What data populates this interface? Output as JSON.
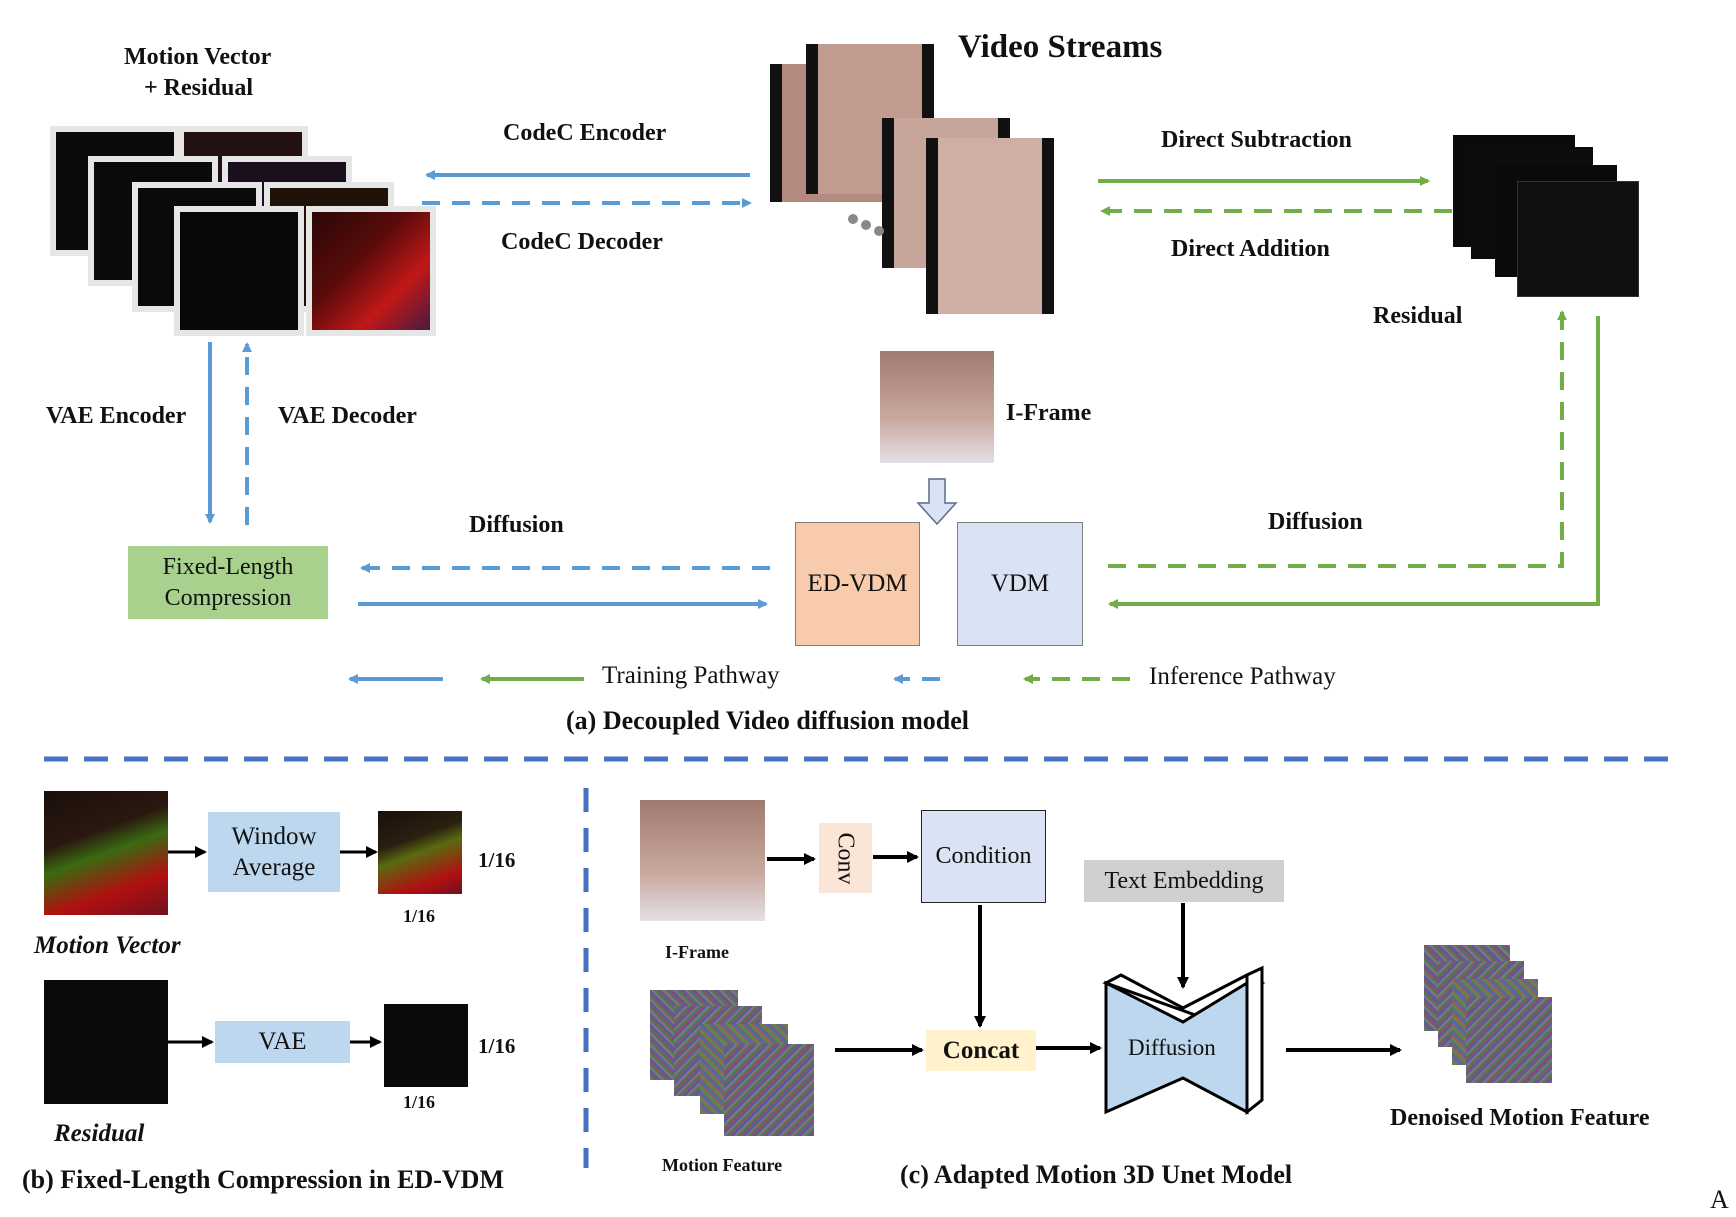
{
  "part_a": {
    "caption": "(a) Decoupled Video diffusion model",
    "video_streams": "Video Streams",
    "mv_residual_line1": "Motion Vector",
    "mv_residual_line2": "+ Residual",
    "codec_encoder": "CodeC Encoder",
    "codec_decoder": "CodeC Decoder",
    "direct_subtraction": "Direct Subtraction",
    "direct_addition": "Direct Addition",
    "residual": "Residual",
    "vae_encoder": "VAE Encoder",
    "vae_decoder": "VAE Decoder",
    "i_frame": "I-Frame",
    "diffusion_left": "Diffusion",
    "diffusion_right": "Diffusion",
    "fixed_length_line1": "Fixed-Length",
    "fixed_length_line2": "Compression",
    "ed_vdm": "ED-VDM",
    "vdm": "VDM",
    "training_pathway": "Training Pathway",
    "inference_pathway": "Inference Pathway"
  },
  "part_b": {
    "caption": "(b) Fixed-Length Compression in ED-VDM",
    "window_average_line1": "Window",
    "window_average_line2": "Average",
    "ratio_mv_right": "1/16",
    "ratio_mv_below": "1/16",
    "motion_vector": "Motion Vector",
    "vae": "VAE",
    "ratio_res_right": "1/16",
    "ratio_res_below": "1/16",
    "residual": "Residual"
  },
  "part_c": {
    "caption": "(c) Adapted Motion 3D Unet Model",
    "conv": "Conv",
    "condition": "Condition",
    "text_embedding": "Text Embedding",
    "i_frame": "I-Frame",
    "concat": "Concat",
    "diffusion": "Diffusion",
    "motion_feature": "Motion Feature",
    "denoised_motion_feature": "Denoised Motion Feature"
  },
  "corner_letter": "A",
  "colors": {
    "blue_arrow": "#5b9bd5",
    "green_arrow": "#70ad47",
    "divider": "#4472c4",
    "fixed_length_fill": "#a9d18e",
    "ed_vdm_fill": "#f8cbad",
    "vdm_fill": "#dae3f3",
    "window_fill": "#bdd7ee",
    "conv_fill": "#fbe5d6",
    "text_embedding_fill": "#d0cece",
    "concat_fill": "#fff2cc"
  }
}
